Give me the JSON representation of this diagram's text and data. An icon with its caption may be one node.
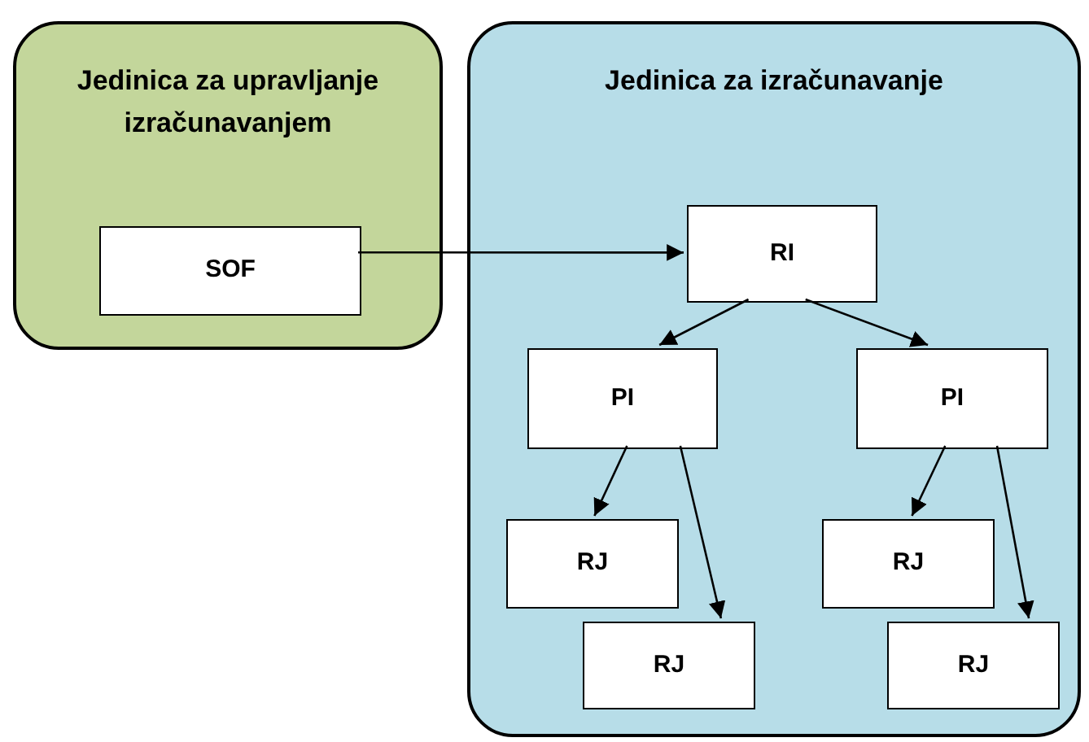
{
  "diagram": {
    "nodes": [
      {
        "text": [
          "Jedinica za upravljanje izračunavanjem"
        ]
      },
      {
        "text": [
          "SOF"
        ],
        "in": 0
      },
      {
        "text": [
          "Jedinica za izračunavanje"
        ]
      },
      {
        "text": [
          "RI"
        ],
        "in": 2
      },
      {
        "text": [
          "PI"
        ],
        "in": 2
      },
      {
        "text": [
          "PI"
        ],
        "in": 2
      },
      {
        "text": [
          "RJ"
        ],
        "in": 2
      },
      {
        "text": [
          "RJ"
        ],
        "in": 2
      },
      {
        "text": [
          "RJ"
        ],
        "in": 2
      },
      {
        "text": [
          "RJ"
        ],
        "in": 2
      }
    ],
    "edges": [
      {
        "from": 1,
        "to": 3,
        "arrow": "to"
      },
      {
        "from": 3,
        "to": 4,
        "arrow": "to"
      },
      {
        "from": 3,
        "to": 5,
        "arrow": "to"
      },
      {
        "from": 4,
        "to": 6,
        "arrow": "to"
      },
      {
        "from": 4,
        "to": 7,
        "arrow": "to"
      },
      {
        "from": 5,
        "to": 8,
        "arrow": "to"
      },
      {
        "from": 5,
        "to": 9,
        "arrow": "to"
      }
    ]
  }
}
